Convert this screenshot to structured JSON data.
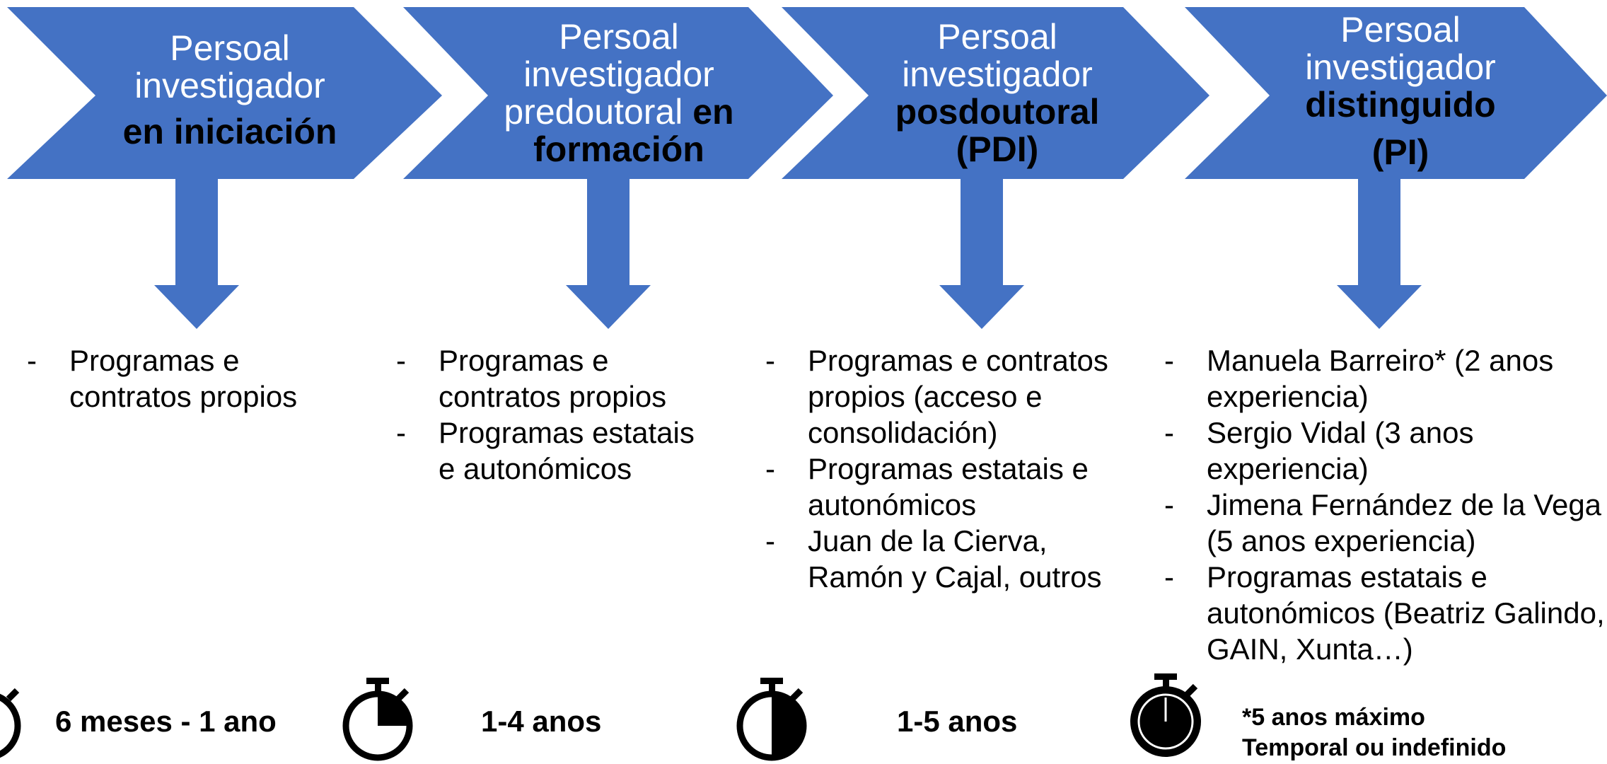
{
  "stages": [
    {
      "title_normal": [
        "Persoal",
        "investigador"
      ],
      "title_bold": [
        "en iniciación"
      ],
      "bullets": [
        "Programas e contratos propios"
      ],
      "duration": "6 meses - 1 ano",
      "timer_fill": 0,
      "icon": "stopwatch-icon"
    },
    {
      "title_normal": [
        "Persoal",
        "investigador",
        "predoutoral"
      ],
      "title_bold_inline": "en",
      "title_bold": [
        "formación"
      ],
      "bullets": [
        "Programas e contratos propios",
        "Programas estatais e autonómicos"
      ],
      "duration": "1-4 anos",
      "timer_fill": 0.25,
      "icon": "stopwatch-quarter-icon"
    },
    {
      "title_normal": [
        "Persoal",
        "investigador"
      ],
      "title_bold": [
        "posdoutoral",
        "(PDI)"
      ],
      "bullets": [
        "Programas e contratos propios (acceso e consolidación)",
        "Programas estatais e autonómicos",
        "Juan de la Cierva, Ramón y Cajal, outros"
      ],
      "duration": "1-5 anos",
      "timer_fill": 0.5,
      "icon": "stopwatch-half-icon"
    },
    {
      "title_normal": [
        "Persoal",
        "investigador"
      ],
      "title_bold": [
        "distinguido",
        "(PI)"
      ],
      "bullets": [
        "Manuela Barreiro* (2 anos experiencia)",
        "Sergio Vidal (3 anos experiencia)",
        "Jimena Fernández de la Vega (5 anos experiencia)",
        "Programas estatais e autonómicos (Beatriz Galindo, GAIN, Xunta…)"
      ],
      "note": [
        "*5 anos máximo",
        "Temporal ou indefinido"
      ],
      "timer_fill": 1,
      "icon": "stopwatch-full-icon"
    }
  ],
  "bullet_dash": "-",
  "colors": {
    "shape": "#4472C4",
    "title_normal": "#FFFFFF",
    "title_bold": "#000000",
    "text": "#000000"
  }
}
